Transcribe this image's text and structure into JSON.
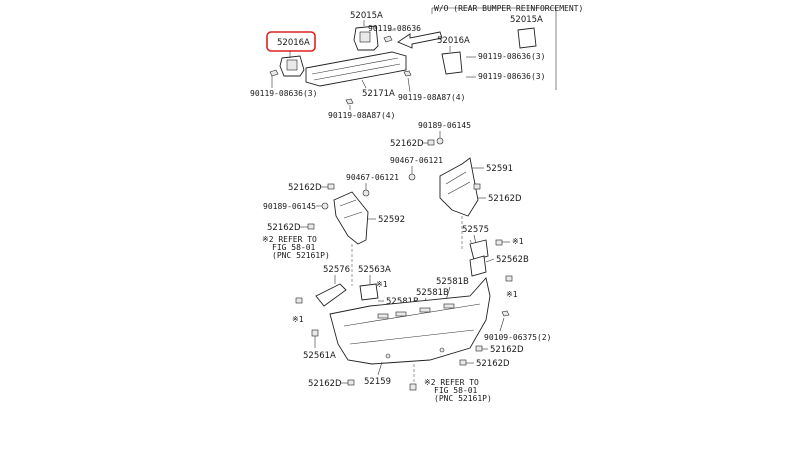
{
  "highlighted_part": "52016A",
  "colors": {
    "highlight": "#e02020",
    "line": "#333333"
  },
  "labels": {
    "p52016A_main": "52016A",
    "p52015A_top": "52015A",
    "p90119_08636_top": "90119-08636",
    "p90119_08636_left": "90119-08636(3)",
    "p52171A": "52171A",
    "p90119_08A87_right": "90119-08A87(4)",
    "p90119_08A87_below": "90119-08A87(4)",
    "box_title": "W/O (REAR BUMPER REINFORCEMENT)",
    "p52015A_box": "52015A",
    "p52016A_box": "52016A",
    "p90119_08636_box1": "90119-08636(3)",
    "p90119_08636_box2": "90119-08636(3)",
    "p90189_06145_top": "90189-06145",
    "p52162D_1": "52162D",
    "p90467_06121_r": "90467-06121",
    "p52591": "52591",
    "p52162D_2": "52162D",
    "p52162D_3": "52162D",
    "p90467_06121_l": "90467-06121",
    "p90189_06145_l": "90189-06145",
    "p52592": "52592",
    "p52162D_4": "52162D",
    "refer1_a": "※2 REFER TO",
    "refer1_b": "FIG 58-01",
    "refer1_c": "(PNC 52161P)",
    "p52575": "52575",
    "mark1_r": "※1",
    "p52562B": "52562B",
    "mark1_r2": "※1",
    "p52576": "52576",
    "p52563A": "52563A",
    "mark1_m": "※1",
    "p52581B_1": "52581B",
    "p52581B_2": "52581B",
    "p52581B_3": "52581B",
    "mark1_l": "※1",
    "p90109_06375": "90109-06375(2)",
    "p52162D_5": "52162D",
    "p52561A": "52561A",
    "p52162D_6": "52162D",
    "p52162D_7": "52162D",
    "p52159": "52159",
    "refer2_a": "※2 REFER TO",
    "refer2_b": "FIG 58-01",
    "refer2_c": "(PNC 52161P)"
  }
}
